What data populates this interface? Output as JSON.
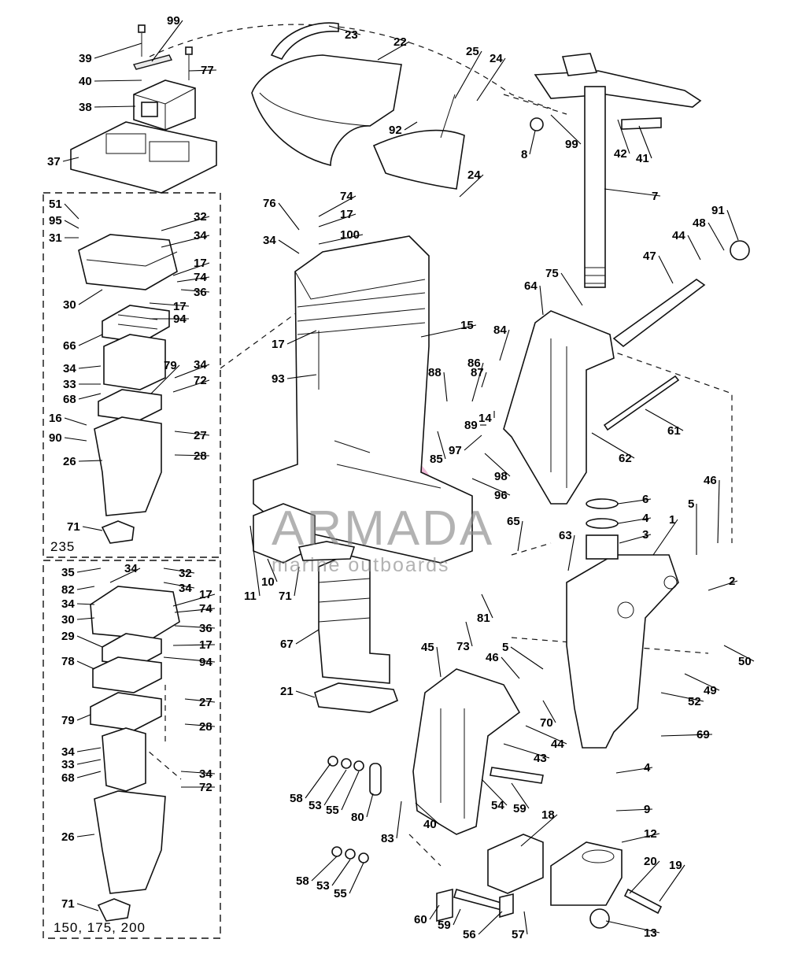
{
  "watermark": {
    "brand": "ARMADA",
    "tagline": "marine outboards",
    "brand_color": "#8a8a8a",
    "logo_color": "#e8a0c8"
  },
  "group_labels": {
    "model_235": "235",
    "models_150_175_200": "150, 175, 200"
  },
  "callouts": [
    "99",
    "39",
    "77",
    "40",
    "38",
    "37",
    "23",
    "22",
    "25",
    "24",
    "92",
    "8",
    "99",
    "42",
    "41",
    "7",
    "24",
    "51",
    "95",
    "31",
    "32",
    "34",
    "17",
    "74",
    "36",
    "30",
    "17",
    "94",
    "66",
    "34",
    "33",
    "68",
    "79",
    "34",
    "72",
    "16",
    "90",
    "26",
    "27",
    "28",
    "71",
    "74",
    "17",
    "76",
    "34",
    "100",
    "15",
    "17",
    "93",
    "64",
    "75",
    "47",
    "44",
    "48",
    "91",
    "84",
    "86",
    "87",
    "88",
    "14",
    "89",
    "97",
    "85",
    "98",
    "96",
    "61",
    "62",
    "6",
    "4",
    "3",
    "1",
    "5",
    "46",
    "2",
    "65",
    "63",
    "81",
    "73",
    "11",
    "10",
    "71",
    "67",
    "21",
    "35",
    "34",
    "32",
    "82",
    "34",
    "34",
    "30",
    "17",
    "74",
    "36",
    "29",
    "17",
    "94",
    "78",
    "27",
    "79",
    "28",
    "34",
    "33",
    "68",
    "34",
    "72",
    "26",
    "71",
    "45",
    "46",
    "5",
    "70",
    "44",
    "43",
    "50",
    "49",
    "52",
    "69",
    "4",
    "9",
    "12",
    "58",
    "53",
    "55",
    "80",
    "83",
    "40",
    "54",
    "59",
    "18",
    "20",
    "19",
    "58",
    "53",
    "55",
    "60",
    "59",
    "56",
    "57",
    "13"
  ]
}
